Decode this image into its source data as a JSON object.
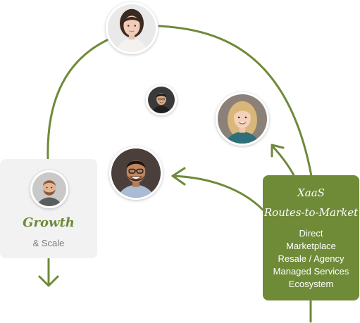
{
  "colors": {
    "brand_green": "#6f8b38",
    "line_green": "#6e8a3a",
    "card_grey": "#f2f2f2",
    "text_grey": "#7a7a7a"
  },
  "growth": {
    "title": "Growth",
    "subtitle": "& Scale"
  },
  "routes": {
    "title_line1": "XaaS",
    "title_line2": "Routes-to-Market",
    "items": [
      "Direct",
      "Marketplace",
      "Resale / Agency",
      "Managed Services",
      "Ecosystem"
    ]
  },
  "avatars": [
    {
      "name": "woman-dark-hair-avatar"
    },
    {
      "name": "man-small-avatar"
    },
    {
      "name": "woman-blond-avatar"
    },
    {
      "name": "man-smiling-glasses-avatar"
    },
    {
      "name": "man-beard-avatar"
    }
  ]
}
